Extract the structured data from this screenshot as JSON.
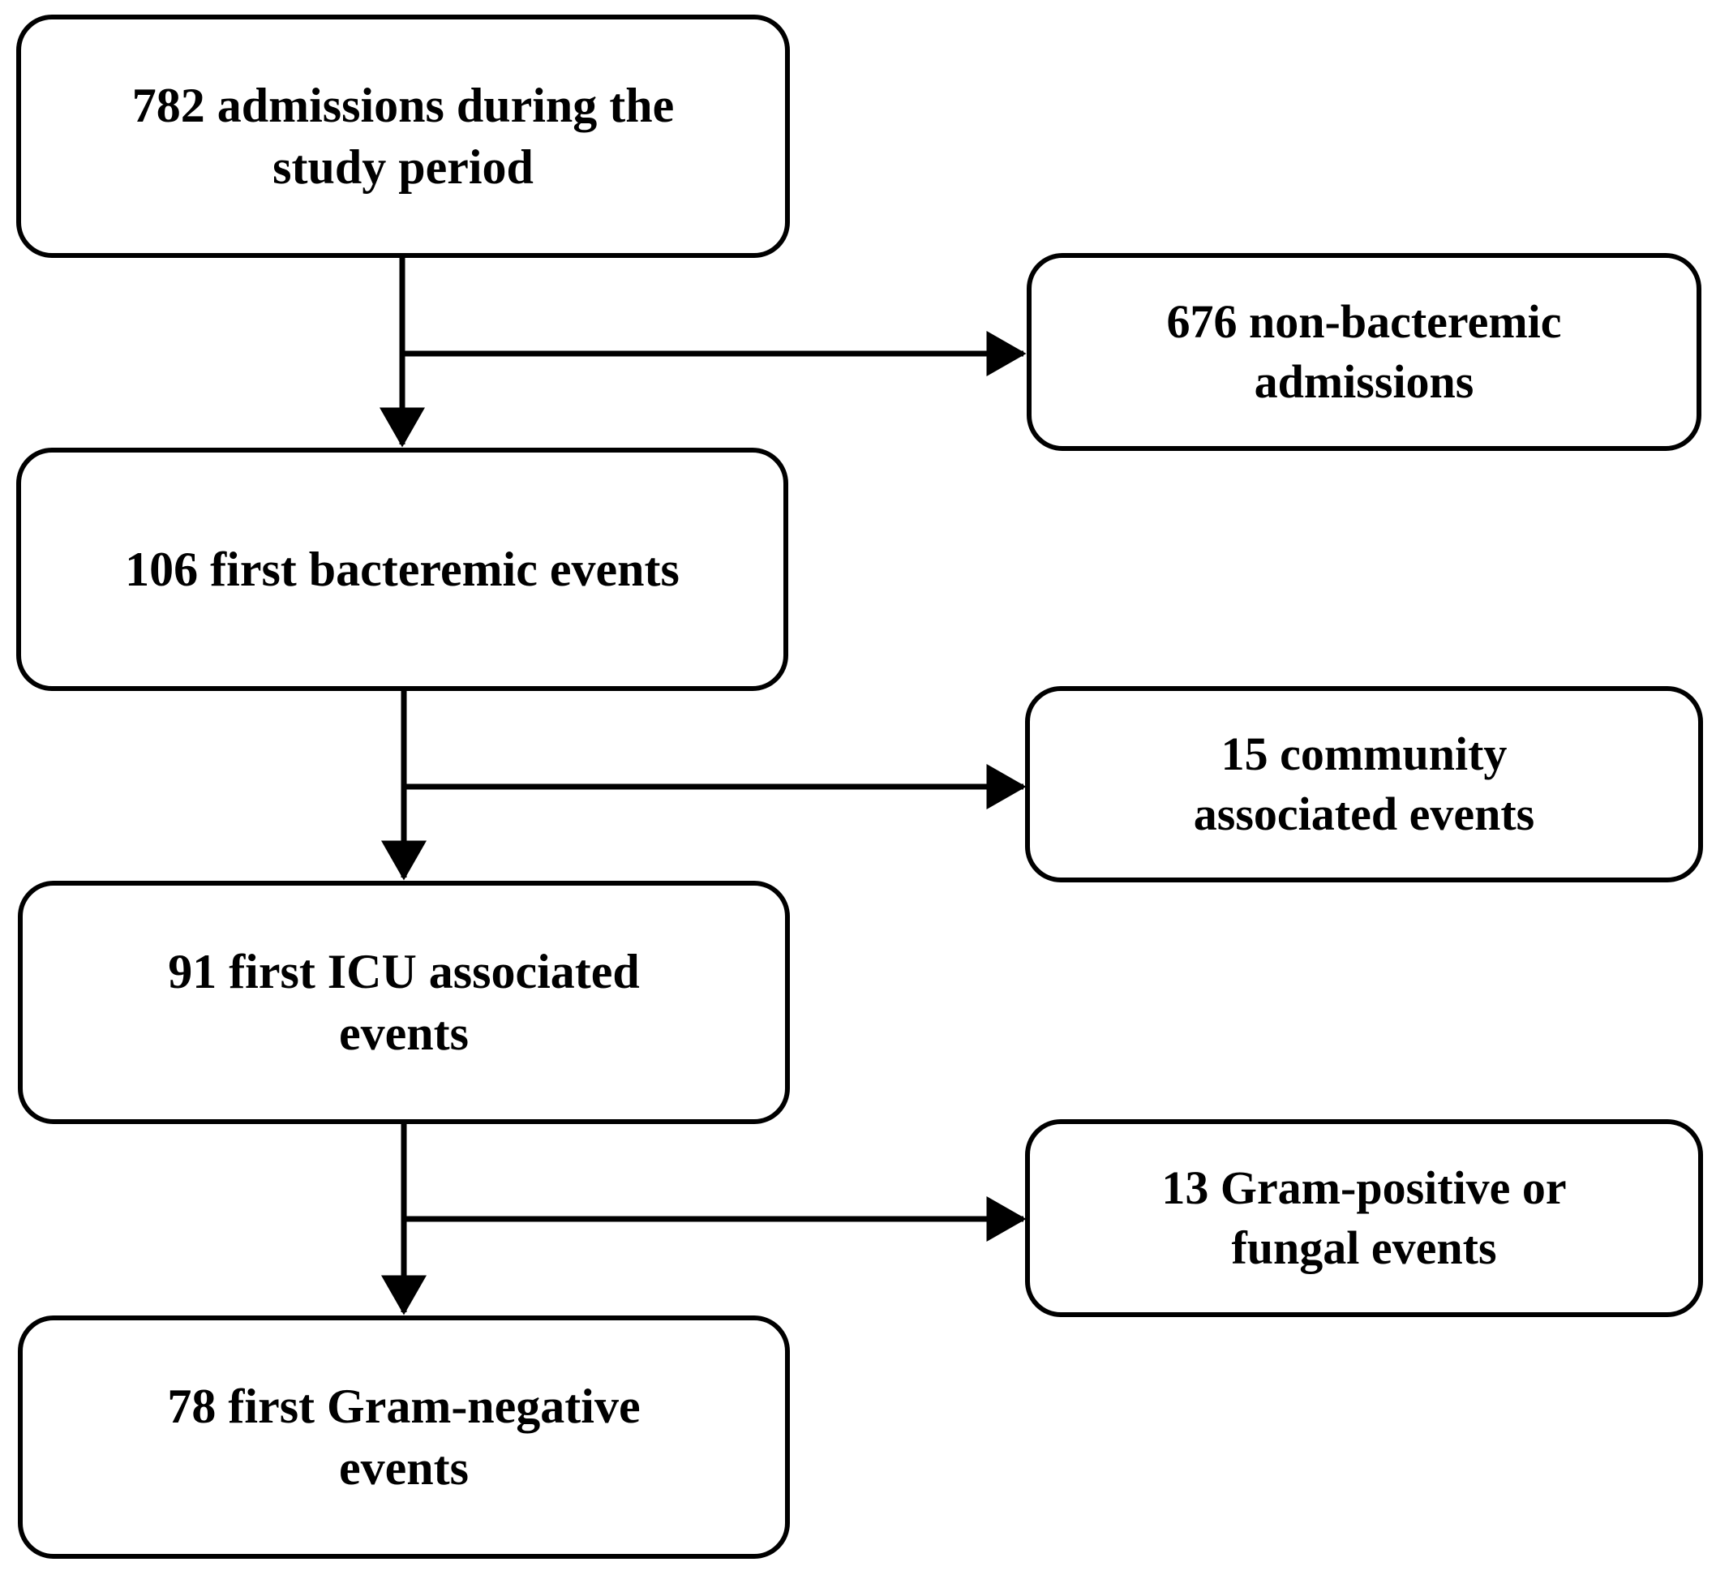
{
  "colors": {
    "stroke": "#000000",
    "background": "#ffffff"
  },
  "main_flow": [
    {
      "id": "admissions",
      "lines": [
        "782 admissions during the",
        "study period"
      ]
    },
    {
      "id": "bacteremic",
      "lines": [
        "106 first bacteremic events"
      ]
    },
    {
      "id": "icu",
      "lines": [
        "91 first ICU associated",
        "events"
      ]
    },
    {
      "id": "gram-negative",
      "lines": [
        "78 first Gram-negative",
        "events"
      ]
    }
  ],
  "exclusions": [
    {
      "id": "non-bacteremic",
      "lines": [
        "676 non-bacteremic",
        "admissions"
      ]
    },
    {
      "id": "community",
      "lines": [
        "15 community",
        "associated events"
      ]
    },
    {
      "id": "gram-positive-fungal",
      "lines": [
        "13 Gram-positive or",
        "fungal events"
      ]
    }
  ]
}
